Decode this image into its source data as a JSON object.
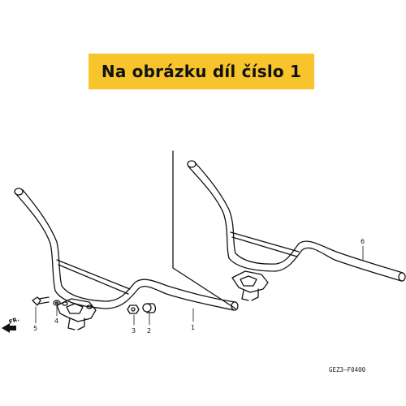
{
  "banner": {
    "text": "Na obrázku díl číslo 1",
    "color": "#f7c52b"
  },
  "parts": {
    "p1": "1",
    "p2": "2",
    "p3": "3",
    "p4": "4",
    "p5": "5",
    "p6": "6"
  },
  "direction_label": "FR.",
  "diagram_code": "GEZ3—F0400"
}
